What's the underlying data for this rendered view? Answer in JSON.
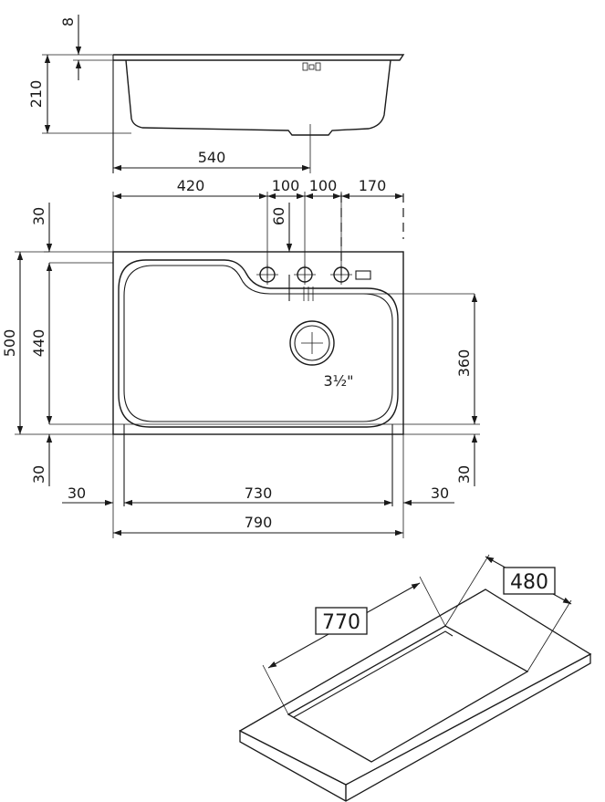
{
  "side_view": {
    "rim_thickness": "8",
    "depth": "210",
    "bowl_width": "540"
  },
  "top_view": {
    "dim_left_to_hole": "420",
    "dim_hole_spacing_1": "100",
    "dim_hole_spacing_2": "100",
    "dim_hole_to_edge": "170",
    "dim_hole_offset": "60",
    "dim_top_rim": "30",
    "dim_total_depth": "500",
    "dim_inner_depth": "440",
    "dim_bowl_depth": "360",
    "dim_bottom_rim_left": "30",
    "dim_bottom_rim_right": "30",
    "dim_side_left": "30",
    "dim_inner_width": "730",
    "dim_side_right": "30",
    "dim_total_width": "790",
    "drain_label": "3½\""
  },
  "cutout_view": {
    "cutout_length": "770",
    "cutout_width": "480"
  },
  "icons": [
    "tap-hole-icon",
    "drain-icon",
    "overflow-icon"
  ]
}
